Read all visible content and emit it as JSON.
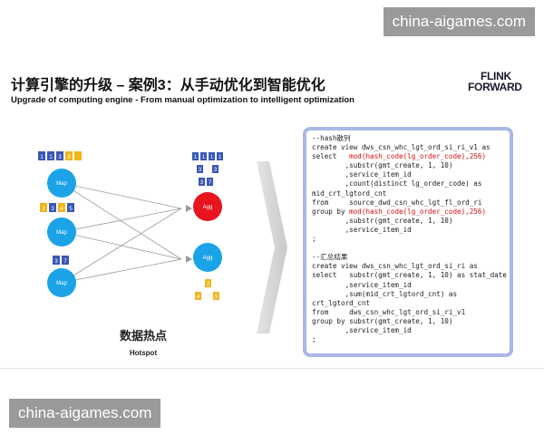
{
  "watermark": "china-aigames.com",
  "slide": {
    "title": "计算引擎的升级 – 案例3：从手动优化到智能优化",
    "subtitle": "Upgrade of computing engine - From manual optimization to intelligent optimization",
    "logo_line1": "FLINK",
    "logo_line2": "FORWARD"
  },
  "diagram": {
    "map_label": "Map",
    "agg_label": "Agg",
    "map1_keys": [
      "1",
      "1",
      "3",
      "3",
      ""
    ],
    "map2_keys": [
      "2",
      "3",
      "4",
      "5"
    ],
    "map3_keys": [
      "3",
      "7"
    ],
    "agg1_keys_row1": [
      "1",
      "1",
      "1",
      "1"
    ],
    "agg1_keys_row2": [
      "3",
      "3"
    ],
    "agg1_keys_row3": [
      "3",
      "7"
    ],
    "agg2_keys_row1": [
      "2"
    ],
    "agg2_keys_row2": [
      "4",
      "5"
    ],
    "colors": {
      "node_blue": "#1ba3e8",
      "node_red": "#e8141e",
      "key_blue": "#3a57b4",
      "key_yellow": "#f3b51a"
    }
  },
  "caption": {
    "cn": "数据热点",
    "en": "Hotspot"
  },
  "code": {
    "section1_header": "--hash散列",
    "s1_l1": "create view dws_csn_whc_lgt_ord_si_ri_v1 as",
    "s1_l2_pre": "select   ",
    "s1_l2_hl": "mod(hash_code(lg_order_code),256)",
    "s1_l3": "        ,substr(gmt_create, 1, 10)",
    "s1_l4": "        ,service_item_id",
    "s1_l5": "        ,count(distinct lg_order_code) as",
    "s1_l6": "mid_crt_lgtord_cnt",
    "s1_l7": "from     source_dwd_csn_whc_lgt_fl_ord_ri",
    "s1_l8_pre": "group by ",
    "s1_l8_hl": "mod(hash_code(lg_order_code),256)",
    "s1_l9": "        ,substr(gmt_create, 1, 10)",
    "s1_l10": "        ,service_item_id",
    "s1_l11": ";",
    "section2_header": "--汇总结果",
    "s2_l1": "create view dws_csn_whc_lgt_ord_si_ri as",
    "s2_l2": "select   substr(gmt_create, 1, 10) as stat_date",
    "s2_l3": "        ,service_item_id",
    "s2_l4": "        ,sum(mid_crt_lgtord_cnt) as",
    "s2_l5": "crt_lgtord_cnt",
    "s2_l6": "from     dws_csn_whc_lgt_ord_si_ri_v1",
    "s2_l7": "group by substr(gmt_create, 1, 10)",
    "s2_l8": "        ,service_item_id",
    "s2_l9": ";"
  }
}
